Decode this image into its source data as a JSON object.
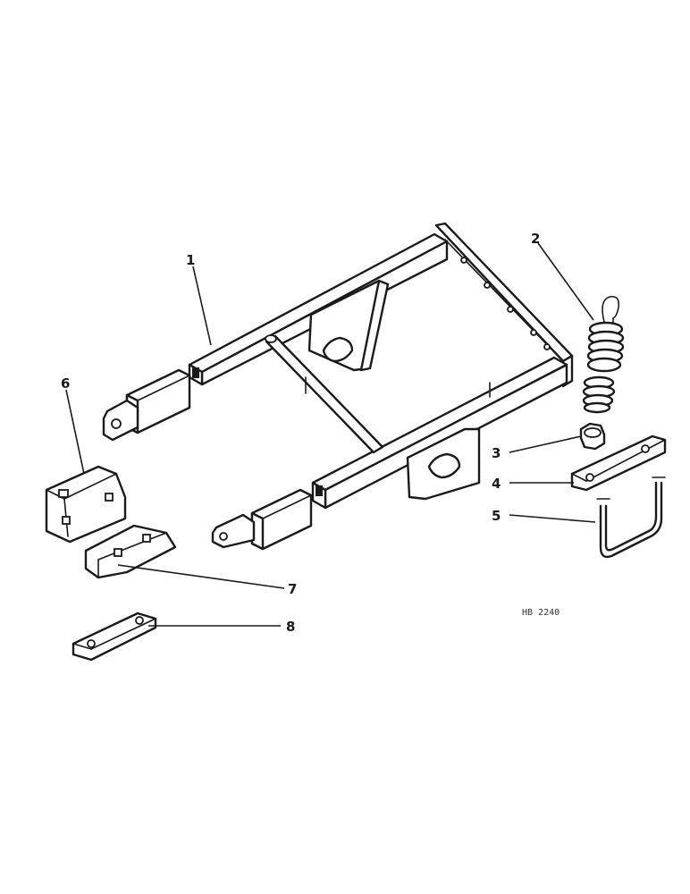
{
  "callouts": [
    {
      "id": "1",
      "label": "1"
    },
    {
      "id": "2",
      "label": "2"
    },
    {
      "id": "3",
      "label": "3"
    },
    {
      "id": "4",
      "label": "4"
    },
    {
      "id": "5",
      "label": "5"
    },
    {
      "id": "6",
      "label": "6"
    },
    {
      "id": "7",
      "label": "7"
    },
    {
      "id": "8",
      "label": "8"
    }
  ],
  "reference_code": "HB 2240"
}
